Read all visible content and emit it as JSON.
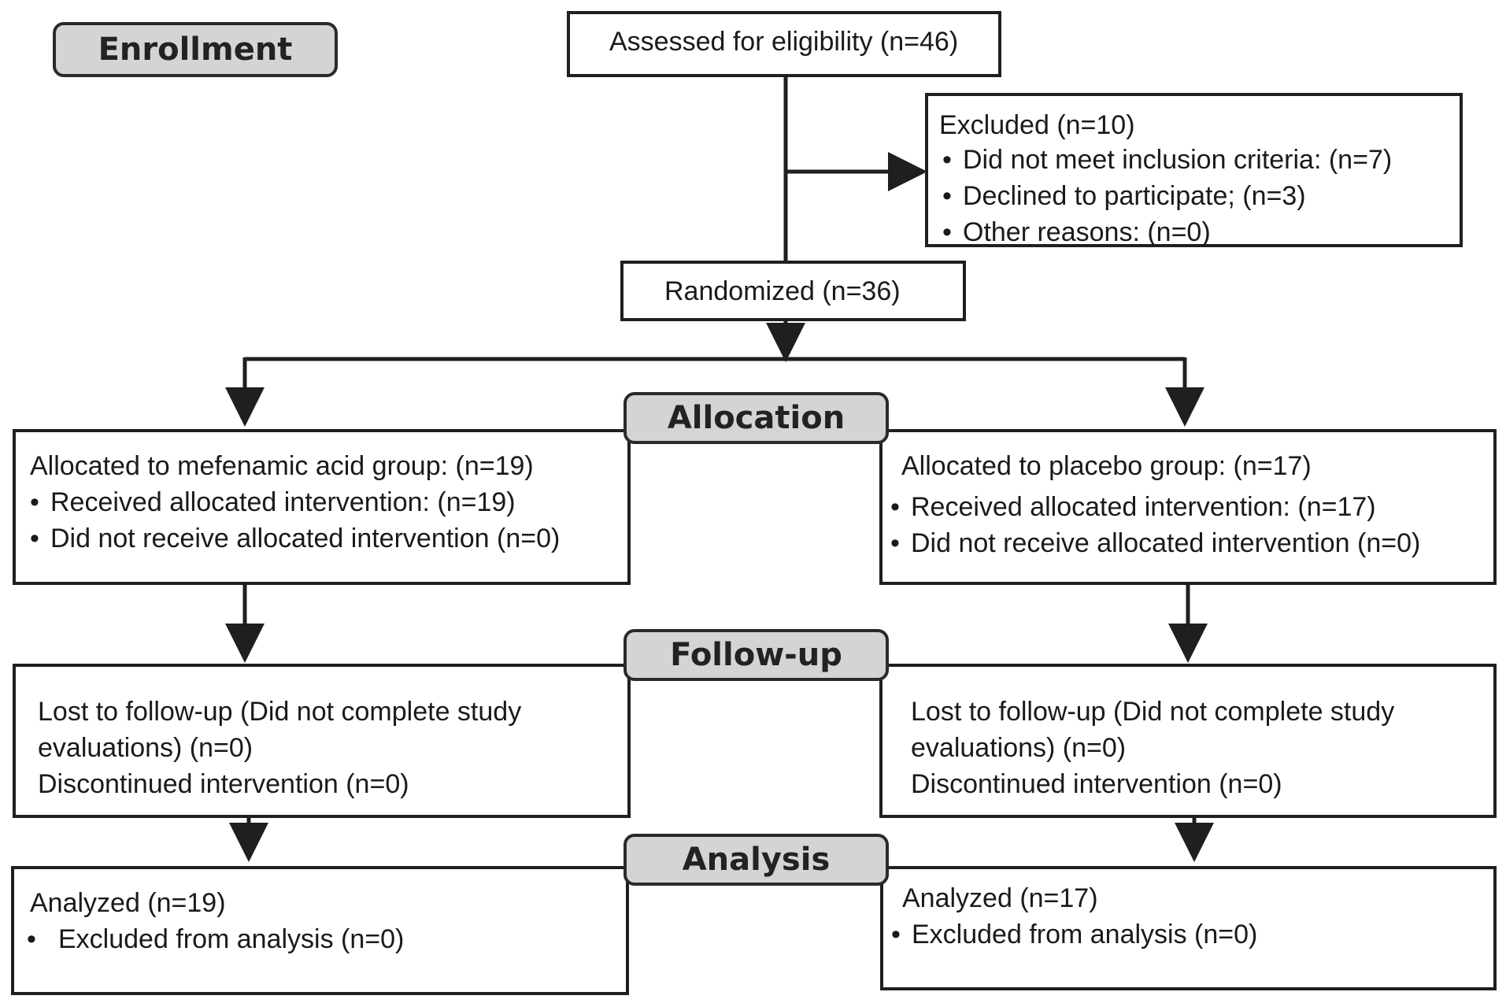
{
  "stages": {
    "enrollment": "Enrollment",
    "allocation": "Allocation",
    "followup": "Follow-up",
    "analysis": "Analysis"
  },
  "assessed": "Assessed for eligibility (n=46)",
  "excluded": {
    "title": "Excluded (n=10)",
    "items": [
      "Did not meet inclusion criteria: (n=7)",
      "Declined to participate; (n=3)",
      "Other reasons: (n=0)"
    ]
  },
  "randomized": "Randomized (n=36)",
  "left": {
    "allocation": {
      "title": "Allocated to mefenamic acid group: (n=19)",
      "items": [
        "Received allocated intervention: (n=19)",
        "Did not receive allocated intervention (n=0)"
      ]
    },
    "followup": {
      "lines": [
        "Lost to follow-up (Did not complete study",
        "evaluations) (n=0)",
        "Discontinued intervention (n=0)"
      ]
    },
    "analysis": {
      "title": "Analyzed (n=19)",
      "items": [
        "Excluded from analysis (n=0)"
      ]
    }
  },
  "right": {
    "allocation": {
      "title": "Allocated to placebo group: (n=17)",
      "items": [
        "Received allocated intervention: (n=17)",
        "Did not receive allocated intervention (n=0)"
      ]
    },
    "followup": {
      "lines": [
        "Lost to follow-up (Did not complete study",
        "evaluations) (n=0)",
        "Discontinued intervention (n=0)"
      ]
    },
    "analysis": {
      "title": "Analyzed (n=17)",
      "items": [
        "Excluded from analysis (n=0)"
      ]
    }
  }
}
